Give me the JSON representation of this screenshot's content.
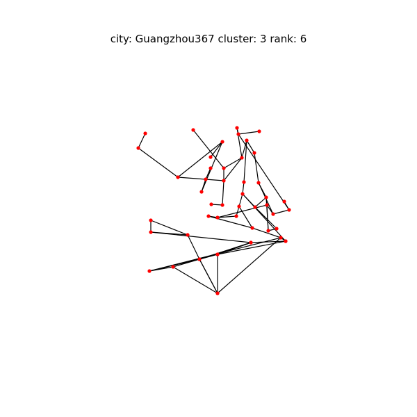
{
  "title": "city: Guangzhou367 cluster: 3 rank: 6",
  "colors": {
    "node": "#ff0000",
    "edge": "#000000",
    "background": "#ffffff"
  },
  "graph": {
    "node_ids": [
      "n1",
      "n2",
      "n3",
      "n4",
      "n5",
      "n6",
      "n7",
      "n8",
      "n9",
      "n10",
      "n11",
      "n12",
      "n13",
      "n14",
      "n15",
      "n16",
      "n17",
      "n18",
      "n19",
      "n20",
      "n21",
      "n22",
      "n23",
      "n24",
      "n25",
      "n26",
      "n27",
      "n28",
      "n29",
      "n30",
      "n31",
      "n32",
      "n33",
      "n34",
      "n35",
      "n36",
      "n37",
      "n38",
      "n39",
      "n40",
      "n41",
      "n42",
      "n43",
      "n44",
      "n45",
      "n46",
      "n47",
      "n48",
      "n49",
      "n50",
      "n51",
      "n52"
    ],
    "edges": [
      [
        "n1",
        "n2"
      ],
      [
        "n1",
        "n6"
      ],
      [
        "n3",
        "n9"
      ],
      [
        "n4",
        "n5"
      ],
      [
        "n5",
        "n6"
      ],
      [
        "n6",
        "n8"
      ],
      [
        "n5",
        "n10"
      ],
      [
        "n7",
        "n8"
      ],
      [
        "n8",
        "n10"
      ],
      [
        "n8",
        "n11"
      ],
      [
        "n11",
        "n12"
      ],
      [
        "n12",
        "n13"
      ],
      [
        "n9",
        "n11"
      ],
      [
        "n9",
        "n14"
      ],
      [
        "n11",
        "n14"
      ],
      [
        "n14",
        "n15"
      ],
      [
        "n14",
        "n16"
      ],
      [
        "n16",
        "n17"
      ],
      [
        "n15",
        "n20"
      ],
      [
        "n16",
        "n18"
      ],
      [
        "n17",
        "n21"
      ],
      [
        "n18",
        "n22"
      ],
      [
        "n19",
        "n20"
      ],
      [
        "n20",
        "n26"
      ],
      [
        "n21",
        "n23"
      ],
      [
        "n22",
        "n24"
      ],
      [
        "n23",
        "n24"
      ],
      [
        "n21",
        "n27"
      ],
      [
        "n22",
        "n31"
      ],
      [
        "n22",
        "n43"
      ],
      [
        "n23",
        "n30"
      ],
      [
        "n23",
        "n28"
      ],
      [
        "n24",
        "n29"
      ],
      [
        "n25",
        "n26"
      ],
      [
        "n26",
        "n27"
      ],
      [
        "n27",
        "n28"
      ],
      [
        "n28",
        "n30"
      ],
      [
        "n28",
        "n33"
      ],
      [
        "n29",
        "n30"
      ],
      [
        "n31",
        "n32"
      ],
      [
        "n32",
        "n33"
      ],
      [
        "n33",
        "n34"
      ],
      [
        "n31",
        "n35"
      ],
      [
        "n35",
        "n34"
      ],
      [
        "n35",
        "n36"
      ],
      [
        "n37",
        "n38"
      ],
      [
        "n37",
        "n39"
      ],
      [
        "n38",
        "n40"
      ],
      [
        "n38",
        "n39"
      ],
      [
        "n39",
        "n41"
      ],
      [
        "n40",
        "n41"
      ],
      [
        "n41",
        "n42"
      ],
      [
        "n42",
        "n45"
      ],
      [
        "n45",
        "n46"
      ],
      [
        "n45",
        "n47"
      ],
      [
        "n46",
        "n47"
      ],
      [
        "n47",
        "n48"
      ],
      [
        "n47",
        "n49"
      ],
      [
        "n48",
        "n49"
      ],
      [
        "n49",
        "n50"
      ],
      [
        "n50",
        "n51"
      ],
      [
        "n51",
        "n52"
      ],
      [
        "n42",
        "n52"
      ],
      [
        "n43",
        "n44"
      ],
      [
        "n44",
        "n40"
      ],
      [
        "n46",
        "n36"
      ]
    ]
  }
}
